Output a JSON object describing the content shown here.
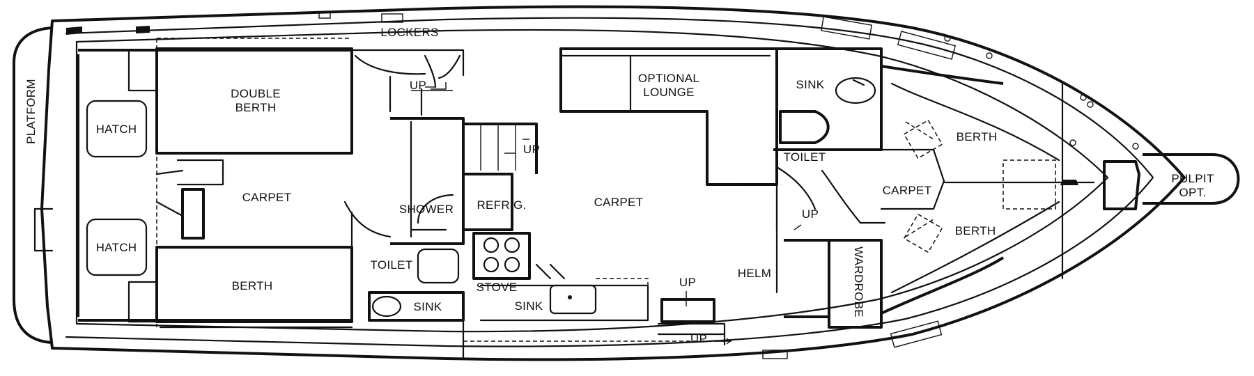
{
  "labels": {
    "platform": "PLATFORM",
    "lockers": "LOCKERS",
    "double_berth": [
      "DOUBLE",
      "BERTH"
    ],
    "hatch_top": "HATCH",
    "hatch_bottom": "HATCH",
    "carpet_aft": "CARPET",
    "berth_aft": "BERTH",
    "up_aft_stair": "UP",
    "shower": "SHOWER",
    "toilet_aft": "TOILET",
    "sink_aft": "SINK",
    "up_galley_stair": "UP",
    "refrig": "REFRIG.",
    "stove": "STOVE",
    "sink_galley": "SINK",
    "carpet_salon": "CARPET",
    "optional_lounge": [
      "OPTIONAL",
      "LOUNGE"
    ],
    "up_salon": "UP",
    "up_side_deck": "UP",
    "helm": "HELM",
    "sink_fwd": "SINK",
    "toilet_fwd": "TOILET",
    "up_fwd": "UP",
    "wardrobe": "WARDROBE",
    "carpet_fwd": "CARPET",
    "berth_fwd_top": "BERTH",
    "berth_fwd_bottom": "BERTH",
    "pulpit": [
      "PULPIT",
      "OPT."
    ]
  }
}
